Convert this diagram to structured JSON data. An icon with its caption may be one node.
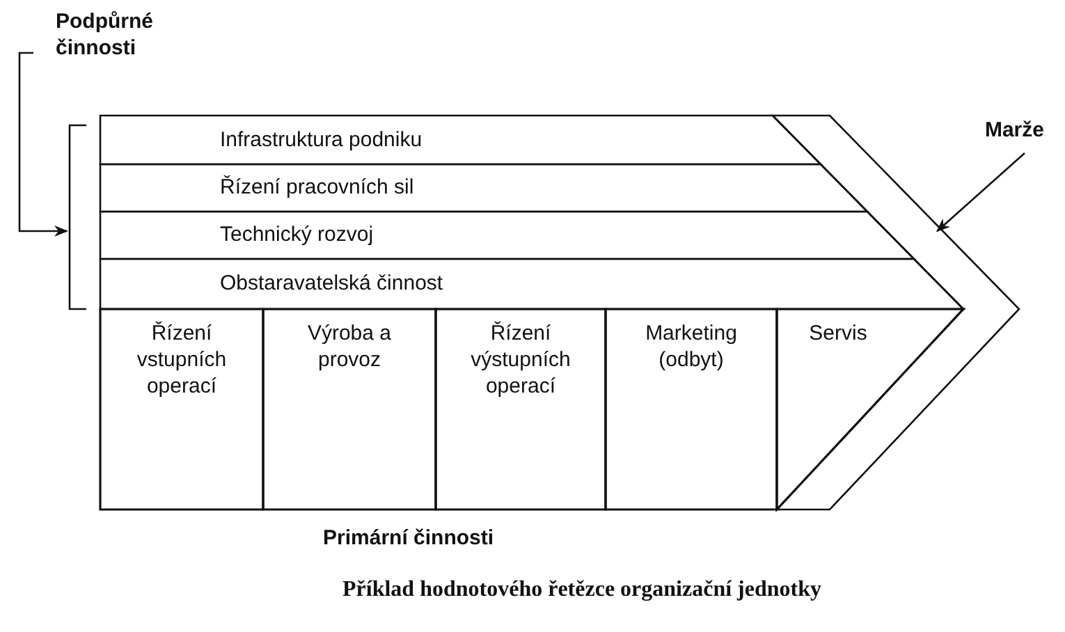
{
  "diagram": {
    "caption": "Příklad hodnotového řetězce organizační jednotky",
    "nodes": [
      {
        "text": [
          "Podpůrné činnosti"
        ]
      },
      {
        "text": [
          "Infrastruktura podniku"
        ]
      },
      {
        "text": [
          "Řízení pracovních sil"
        ]
      },
      {
        "text": [
          "Technický rozvoj"
        ]
      },
      {
        "text": [
          "Obstaravatelská činnost"
        ]
      },
      {
        "text": [
          "Řízení vstupních operací"
        ]
      },
      {
        "text": [
          "Výroba a provoz"
        ]
      },
      {
        "text": [
          "Řízení výstupních operací"
        ]
      },
      {
        "text": [
          "Marketing (odbyt)"
        ]
      },
      {
        "text": [
          "Servis"
        ]
      },
      {
        "text": [
          "Marže"
        ]
      },
      {
        "text": [],
        "shape": "band"
      },
      {
        "text": [],
        "shape": "bracket"
      }
    ],
    "edges": [
      {
        "from": 0,
        "to": 12,
        "arrow": "to"
      },
      {
        "from": 10,
        "to": 11,
        "arrow": "to"
      }
    ],
    "labels": [
      "Primární činnosti"
    ]
  }
}
